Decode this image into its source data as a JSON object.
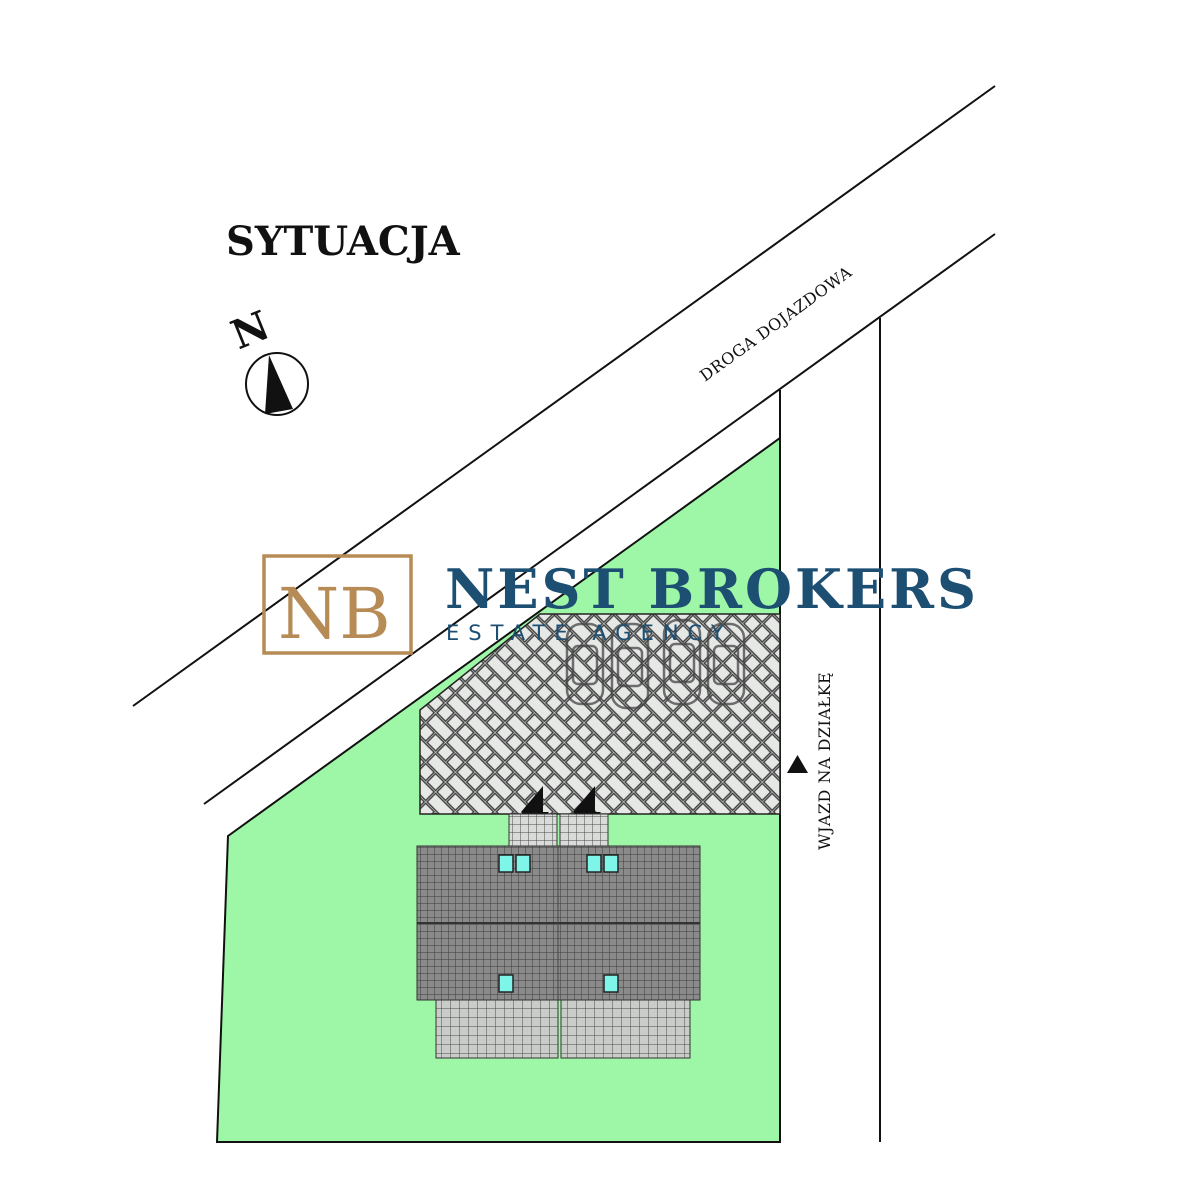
{
  "plan": {
    "title": "SYTUACJA",
    "north_label": "N",
    "road_label": "DROGA DOJAZDOWA",
    "entry_label": "WJAZD NA DZIAŁKĘ"
  },
  "watermark": {
    "monogram": "NB",
    "name": "NEST BROKERS",
    "tagline": "ESTATE AGENCY"
  },
  "colors": {
    "plot_green": "#9ef7a6",
    "paving": "#e6e8e6",
    "roof_tiles": "#8a8a8a",
    "terrace": "#c9ccc9",
    "window_cyan": "#7ff5e9",
    "brand_gold": "#b78b56",
    "brand_blue": "#1d4f73"
  },
  "icons": {
    "compass": "north-compass-icon",
    "arrow": "entry-arrow-icon",
    "car": "car-icon"
  }
}
